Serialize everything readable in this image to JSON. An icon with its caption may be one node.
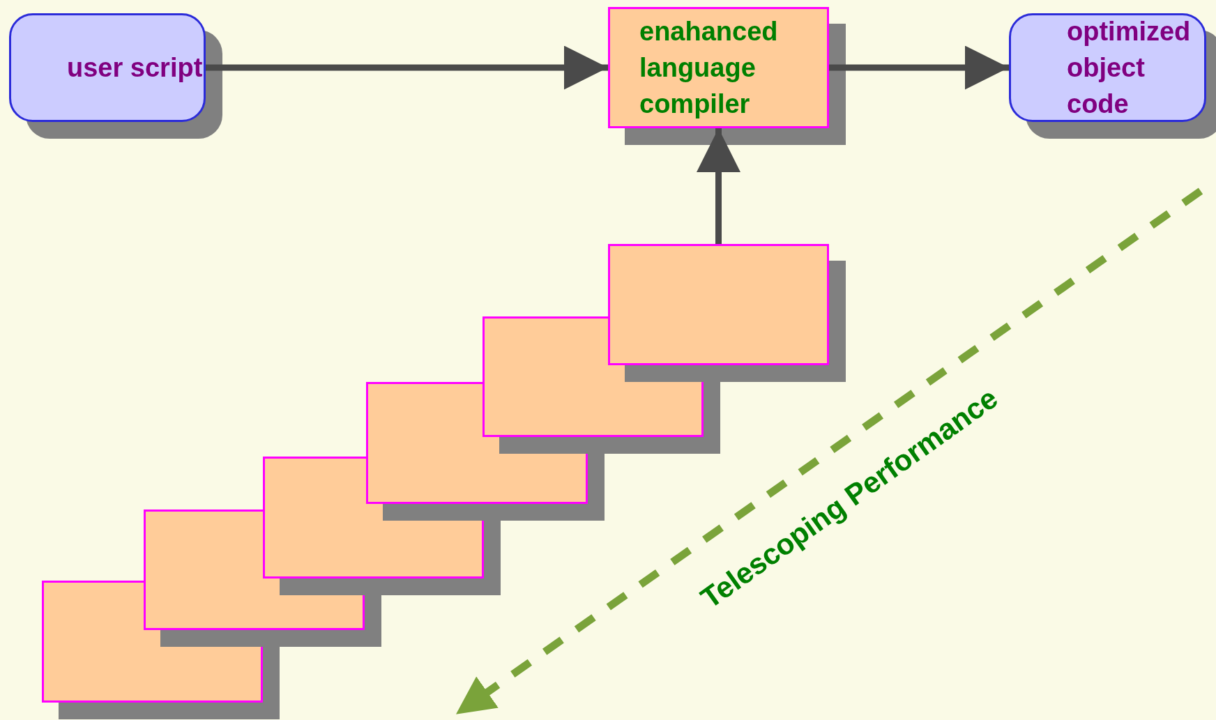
{
  "diagram": {
    "nodes": [
      {
        "text": [
          "user script"
        ]
      },
      {
        "text": [
          "enahanced language compiler"
        ]
      },
      {
        "text": [
          "optimized object code"
        ]
      },
      {
        "text": [],
        "shape": "box"
      },
      {
        "text": [],
        "shape": "box"
      },
      {
        "text": [],
        "shape": "box"
      },
      {
        "text": [],
        "shape": "box"
      },
      {
        "text": [],
        "shape": "box"
      },
      {
        "text": [],
        "shape": "box"
      }
    ],
    "edges": [
      {
        "from": 0,
        "to": 1,
        "arrow": "to"
      },
      {
        "from": 1,
        "to": 2,
        "arrow": "to"
      },
      {
        "from": 8,
        "to": 1,
        "arrow": "to"
      }
    ],
    "labels": [
      "Telescoping Performance"
    ]
  }
}
